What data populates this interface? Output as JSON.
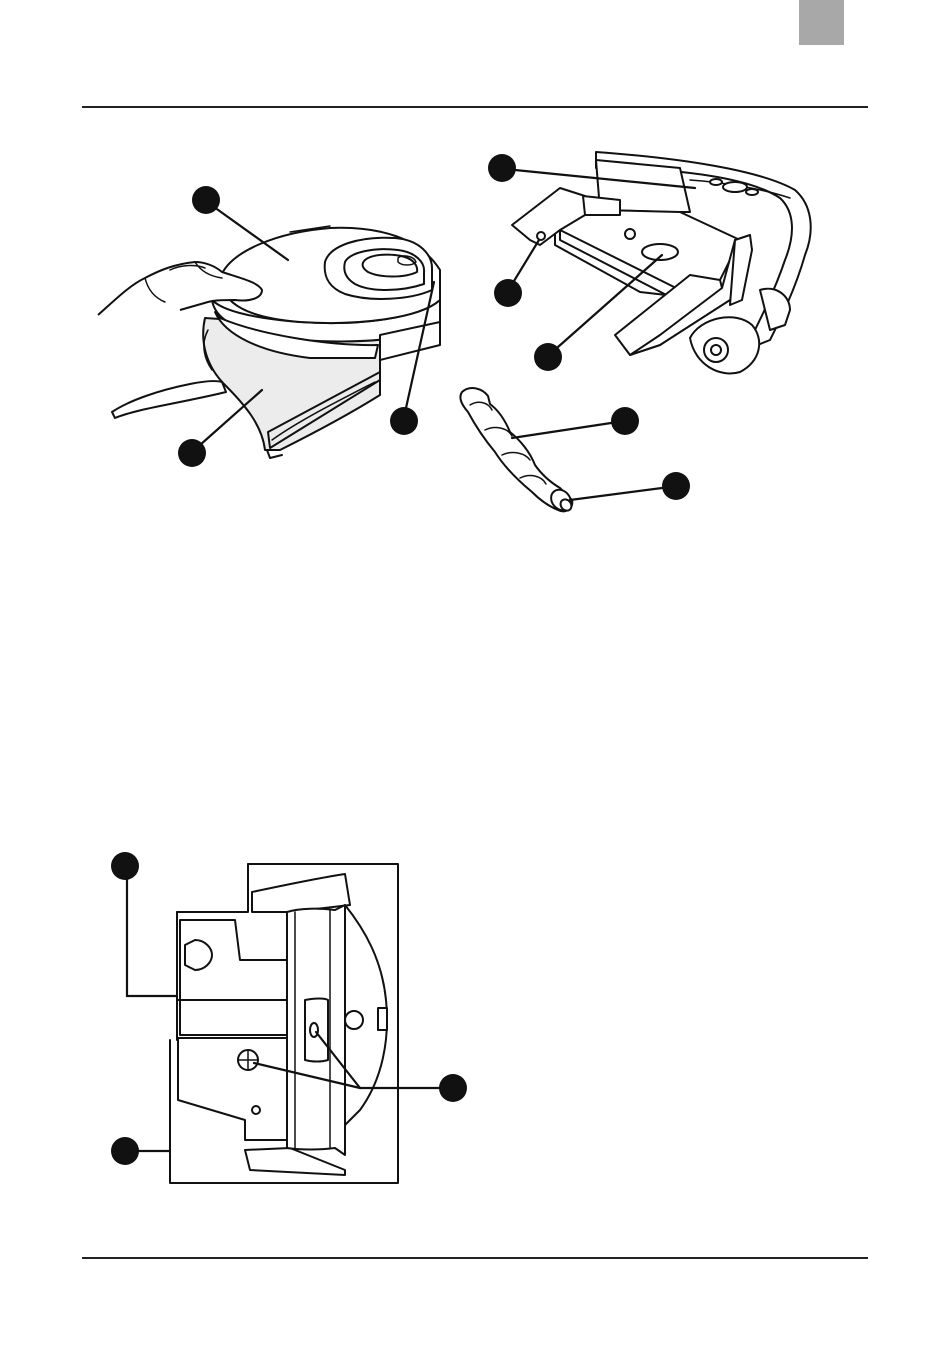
{
  "page": {
    "tab_color": "#a8a8a8",
    "rule_color": "#222222"
  },
  "figures": [
    {
      "name": "robot-lid-with-hand",
      "icon": "robot-cleaner-illustration"
    },
    {
      "name": "robot-underside",
      "icon": "robot-underside-illustration"
    },
    {
      "name": "roller-brush",
      "icon": "roller-brush-illustration"
    },
    {
      "name": "brush-housing-bottom-view",
      "icon": "brush-housing-illustration"
    }
  ]
}
